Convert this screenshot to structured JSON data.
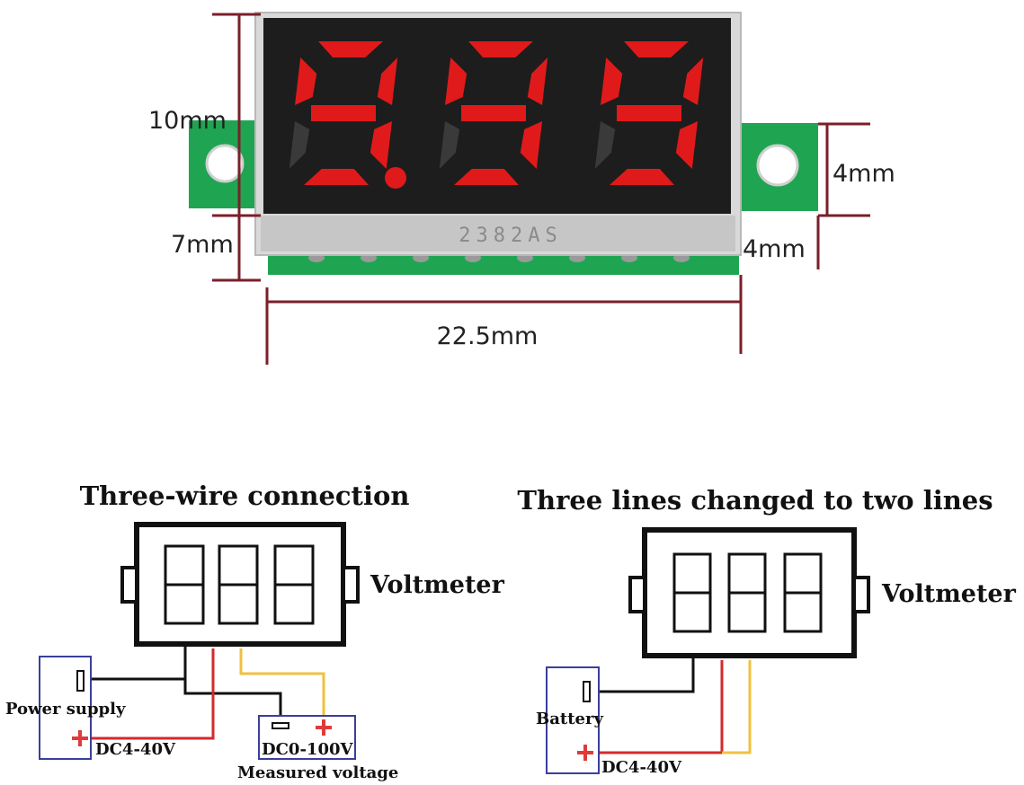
{
  "photo": {
    "display_digits": [
      "9.",
      "9",
      "9"
    ],
    "chip_marking": "2382AS",
    "colors": {
      "segment_on": "#e01a1a",
      "segment_off": "#3a3a3a",
      "display_face": "#1d1d1d",
      "pcb": "#1fa552",
      "housing": "#d9d9d9",
      "dimension_line": "#7a1f2a"
    }
  },
  "dimensions": {
    "height_display": "10mm",
    "height_pins": "7mm",
    "tab_height": "4mm",
    "tab_width": "4mm",
    "total_width": "22.5mm"
  },
  "diagram_left": {
    "title": "Three-wire connection",
    "device_label": "Voltmeter",
    "supply_box_label": "Power supply",
    "supply_voltage": "DC4-40V",
    "measured_box_voltage": "DC0-100V",
    "measured_box_label": "Measured voltage"
  },
  "diagram_right": {
    "title": "Three lines changed to two lines",
    "device_label": "Voltmeter",
    "battery_label": "Battery",
    "battery_voltage": "DC4-40V"
  },
  "wire_colors": {
    "black": "#111111",
    "red": "#d42a2a",
    "yellow": "#f0c040",
    "box_border": "#3a3f9a",
    "plus_sign": "#e03a3a"
  }
}
